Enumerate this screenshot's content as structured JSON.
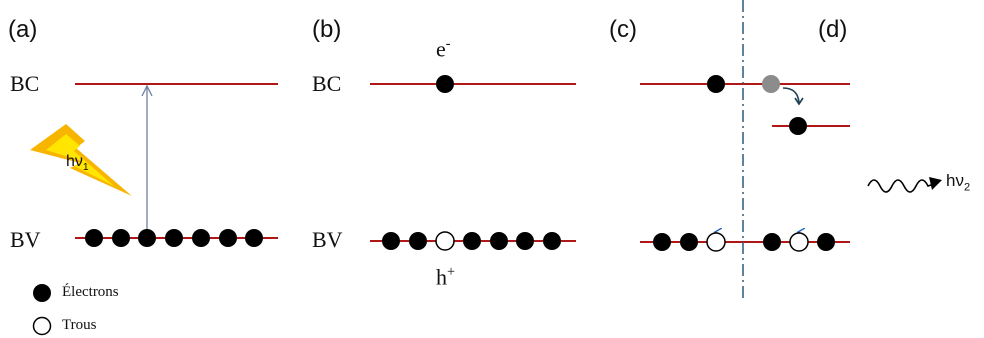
{
  "panels": {
    "a": "(a)",
    "b": "(b)",
    "c": "(c)",
    "d": "(d)"
  },
  "bands": {
    "conduction": "BC",
    "valence": "BV"
  },
  "carriers": {
    "electron_base": "e",
    "electron_sup": "-",
    "hole_base": "h",
    "hole_sup": "+"
  },
  "photons": {
    "absorbed_base": "hν",
    "absorbed_sub": "1",
    "emitted_base": "hν",
    "emitted_sub": "2"
  },
  "legend": {
    "electrons": "Électrons",
    "holes": "Trous"
  },
  "colors": {
    "band_line": "#b01818",
    "arrow_up": "#6d7fa1",
    "divider": "#2c5a7a",
    "lightning_outer": "#f7b500",
    "lightning_inner": "#ffe500",
    "electron_fill": "#000000",
    "hole_fill": "#ffffff",
    "excited_grey": "#8c8c8c",
    "transfer_arrow": "#1f3f55"
  }
}
